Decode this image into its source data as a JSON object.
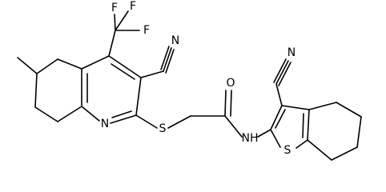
{
  "molecule": {
    "atoms": {
      "F1": "F",
      "F2": "F",
      "F3": "F",
      "N_nitrile_left": "N",
      "N_pyridine": "N",
      "S_thioether": "S",
      "O_carbonyl": "O",
      "NH_amide": "NH",
      "N_nitrile_right": "N",
      "S_thiophene": "S"
    }
  }
}
